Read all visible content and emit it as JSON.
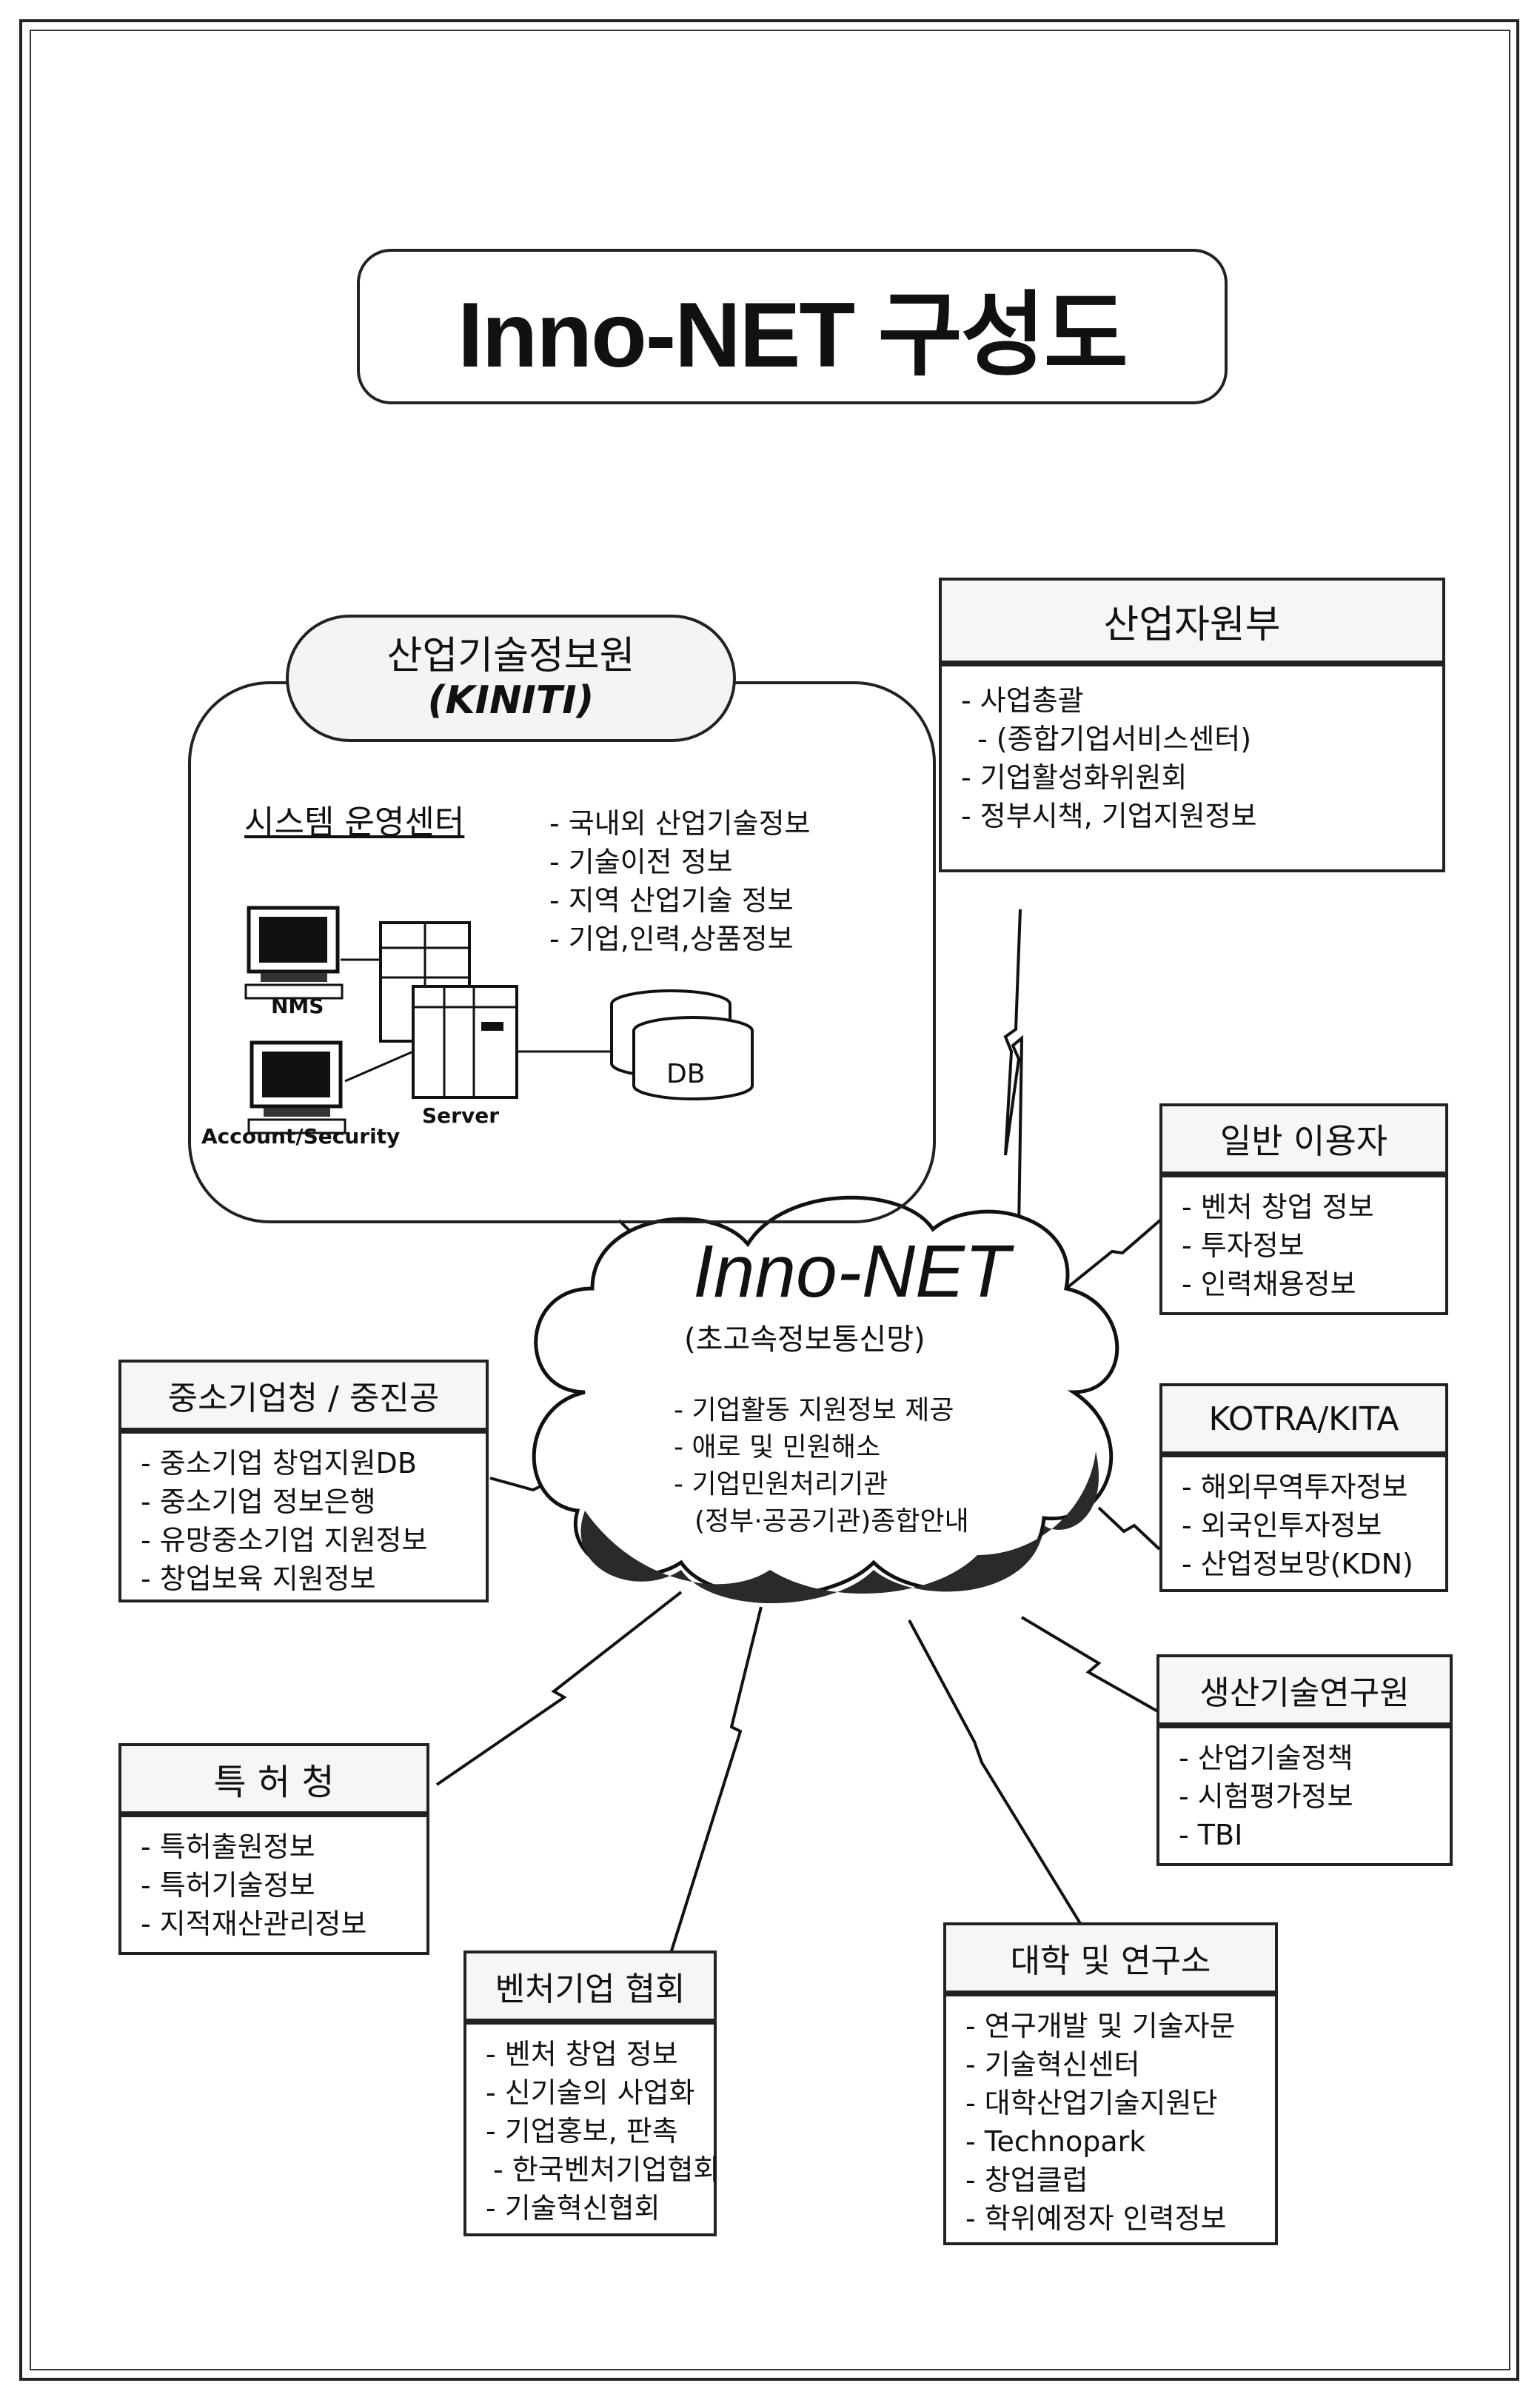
{
  "title": "Inno-NET 구성도",
  "kiniti": {
    "name": "산업기술정보원",
    "abbr": "(KINITI)",
    "center_title": "시스템 운영센터",
    "items": [
      "국내외 산업기술정보",
      "기술이전 정보",
      "지역 산업기술 정보",
      "기업,인력,상품정보"
    ],
    "nms_label": "NMS",
    "server_label": "Server",
    "account_label": "Account/Security",
    "db_label": "DB"
  },
  "ministry": {
    "header": "산업자원부",
    "items": [
      "사업총괄",
      "(종합기업서비스센터)",
      "기업활성화위원회",
      "정부시책, 기업지원정보"
    ]
  },
  "general_users": {
    "header": "일반 이용자",
    "items": [
      "벤처 창업 정보",
      "투자정보",
      "인력채용정보"
    ]
  },
  "innonet": {
    "name": "Inno-NET",
    "subtitle": "(초고속정보통신망)",
    "items": [
      "기업활동 지원정보 제공",
      "애로 및 민원해소",
      "기업민원처리기관",
      "(정부·공공기관)종합안내"
    ]
  },
  "smba": {
    "header": "중소기업청 / 중진공",
    "items": [
      "중소기업 창업지원DB",
      "중소기업 정보은행",
      "유망중소기업 지원정보",
      "창업보육 지원정보"
    ]
  },
  "kotra": {
    "header": "KOTRA/KITA",
    "items": [
      "해외무역투자정보",
      "외국인투자정보",
      "산업정보망(KDN)"
    ]
  },
  "kitech": {
    "header": "생산기술연구원",
    "items": [
      "산업기술정책",
      "시험평가정보",
      "TBI"
    ]
  },
  "kipo": {
    "header": "특 허 청",
    "items": [
      "특허출원정보",
      "특허기술정보",
      "지적재산관리정보"
    ]
  },
  "venture": {
    "header": "벤처기업 협회",
    "items": [
      "벤처 창업 정보",
      "신기술의 사업화",
      "기업홍보, 판촉",
      "한국벤처기업협회",
      "기술혁신협회"
    ]
  },
  "univ": {
    "header": "대학 및 연구소",
    "items": [
      "연구개발 및 기술자문",
      "기술혁신센터",
      "대학산업기술지원단",
      "Technopark",
      "창업클럽",
      "학위예정자 인력정보"
    ]
  }
}
